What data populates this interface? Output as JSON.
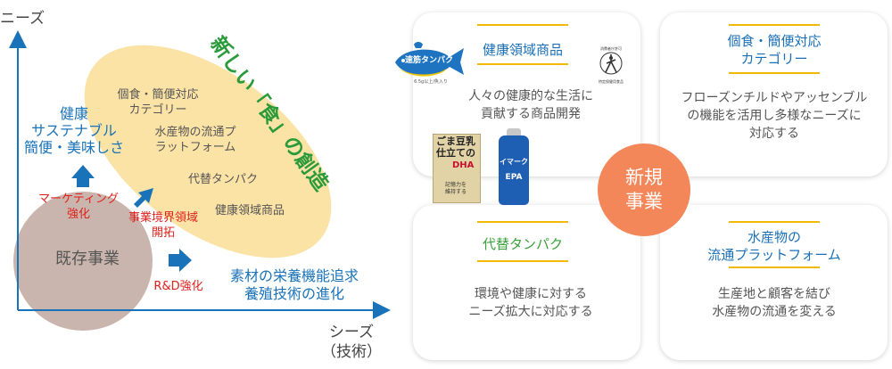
{
  "axes": {
    "y_label": "ニーズ",
    "x_label_line1": "シーズ",
    "x_label_line2": "（技術）"
  },
  "diagram": {
    "existing_business": "既存事業",
    "needs_side": [
      "健康",
      "サステナブル",
      "簡便・美味しさ"
    ],
    "marketing": [
      "マーケティング",
      "強化"
    ],
    "boundary": [
      "事業境界領域",
      "開拓"
    ],
    "rd": "R&D強化",
    "seeds_side": [
      "素材の栄養機能追求",
      "養殖技術の進化"
    ],
    "new_food_creation": "新しい「食」の創造",
    "ellipse_items": [
      "個食・簡便対応",
      "カテゴリー",
      "水産物の流通プ",
      "ラットフォーム",
      "代替タンパク",
      "健康領域商品"
    ]
  },
  "new_business": [
    "新規",
    "事業"
  ],
  "cards": [
    {
      "title": [
        "健康領域商品"
      ],
      "desc": [
        "人々の健康的な生活に",
        "貢献する商品開発"
      ]
    },
    {
      "title": [
        "個食・簡便対応",
        "カテゴリー"
      ],
      "desc": [
        "フローズンチルドやアッセンブル",
        "の機能を活用し多様なニーズに",
        "対応する"
      ]
    },
    {
      "title": [
        "代替タンパク"
      ],
      "desc": [
        "環境や健康に対する",
        "ニーズ拡大に対応する"
      ]
    },
    {
      "title": [
        "水産物の",
        "流通プラットフォーム"
      ],
      "desc": [
        "生産地と顧客を結び",
        "水産物の流通を変える"
      ]
    }
  ],
  "products": {
    "fish_logo": "速筋タンパク",
    "fish_sub": "6.5g以上/魚入り",
    "tokuho": "特定保健用食品",
    "tokuho_top": "消費者庁許可",
    "soy": [
      "ごま豆乳",
      "仕立ての"
    ],
    "soy_dha": "DHA",
    "soy_foot": [
      "記憶力を",
      "維持する"
    ],
    "imarch": "イマーク",
    "epa": "EPA"
  },
  "colors": {
    "blue": "#1a73b8",
    "red": "#e0201c",
    "green": "#2a9a3a",
    "ellipse": "#fbe3a6",
    "existing": "#c9b5ad",
    "new_business": "#f4875a",
    "card_bar": "#f5b800",
    "card_title_blue": "#1a6fb5",
    "card_title_green": "#3aa03a"
  }
}
